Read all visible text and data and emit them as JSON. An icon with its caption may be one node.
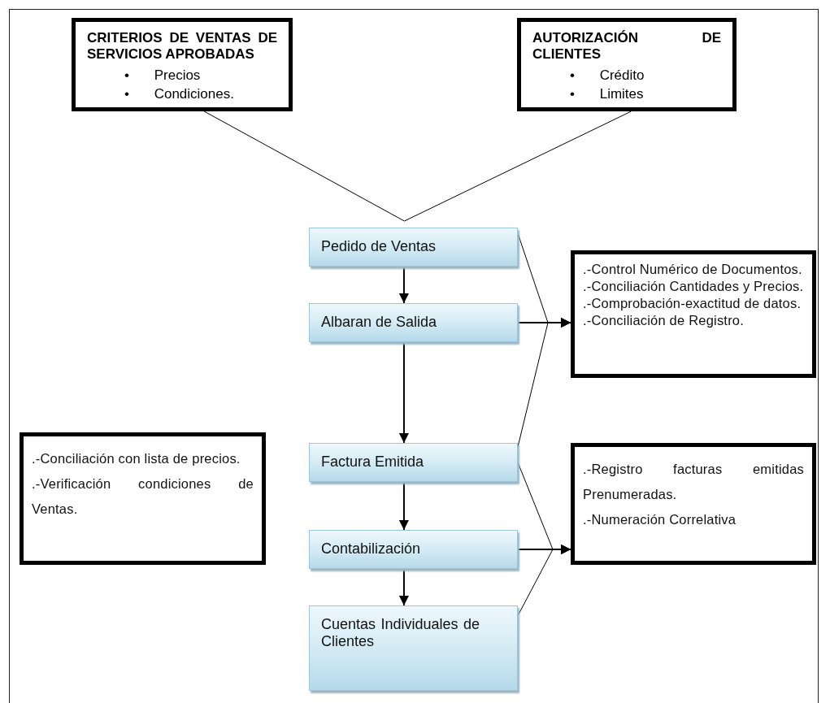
{
  "diagram": {
    "nodes": [
      {
        "text": [
          "CRITERIOS DE VENTAS DE SERVICIOS APROBADAS",
          "• Precios",
          "• Condiciones."
        ]
      },
      {
        "text": [
          "AUTORIZACIÓN DE CLIENTES",
          "• Crédito",
          "• Limites"
        ]
      },
      {
        "text": [
          "Pedido de Ventas"
        ]
      },
      {
        "text": [
          "Albaran de Salida"
        ]
      },
      {
        "text": [
          ".-Control Numérico de Documentos.",
          ".-Conciliación Cantidades y Precios.",
          ".-Comprobación-exactitud de datos.",
          ".-Conciliación de Registro."
        ]
      },
      {
        "text": [
          ".-Conciliación con lista de precios.",
          ".-Verificación condiciones de Ventas."
        ]
      },
      {
        "text": [
          "Factura Emitida"
        ]
      },
      {
        "text": [
          ".-Registro facturas emitidas Prenumeradas.",
          ".-Numeración Correlativa"
        ]
      },
      {
        "text": [
          "Contabilización"
        ]
      },
      {
        "text": [
          "Cuentas Individuales de Clientes"
        ]
      }
    ],
    "edges": [
      {
        "from": 0,
        "to": 2,
        "arrow": "none"
      },
      {
        "from": 1,
        "to": 2,
        "arrow": "none"
      },
      {
        "from": 2,
        "to": 3,
        "arrow": "to"
      },
      {
        "from": 3,
        "to": 6,
        "arrow": "to"
      },
      {
        "from": 6,
        "to": 8,
        "arrow": "to"
      },
      {
        "from": 8,
        "to": 9,
        "arrow": "to"
      },
      {
        "from": 2,
        "to": 4,
        "arrow": "to"
      },
      {
        "from": 3,
        "to": 4,
        "arrow": "to"
      },
      {
        "from": 6,
        "to": 4,
        "arrow": "to"
      },
      {
        "from": 6,
        "to": 7,
        "arrow": "to"
      },
      {
        "from": 8,
        "to": 7,
        "arrow": "to"
      },
      {
        "from": 9,
        "to": 7,
        "arrow": "to"
      }
    ]
  }
}
